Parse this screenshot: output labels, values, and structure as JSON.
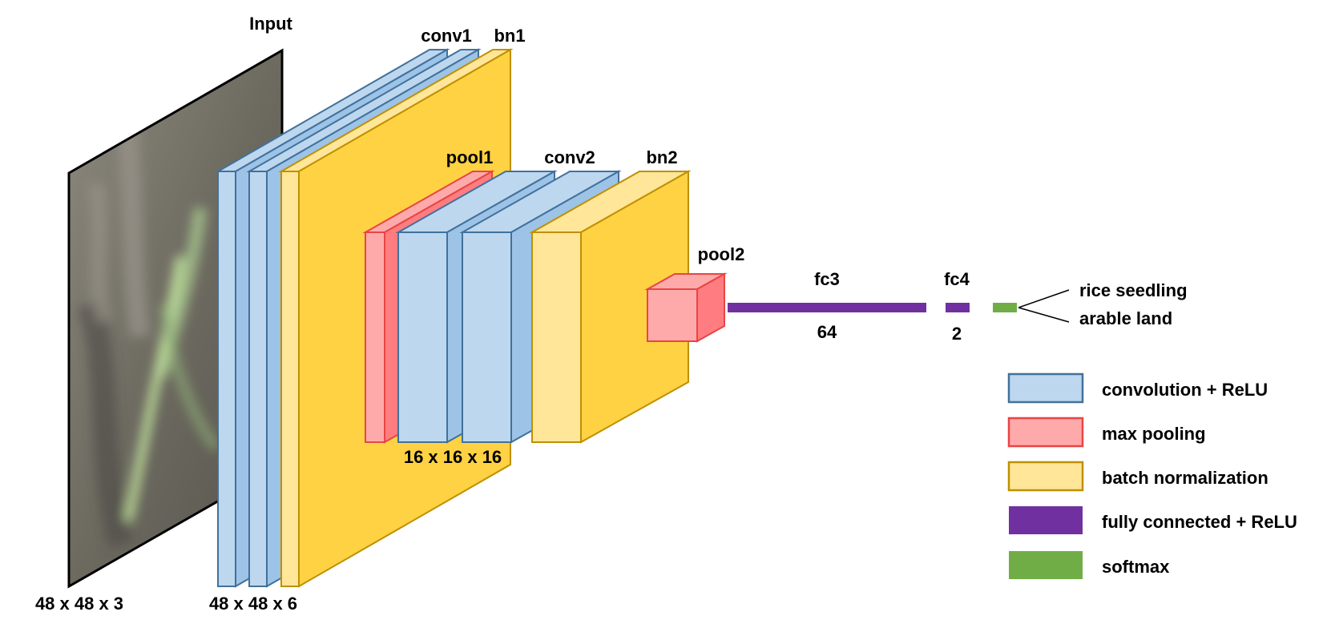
{
  "labels": {
    "input": "Input",
    "conv1": "conv1",
    "bn1": "bn1",
    "pool1": "pool1",
    "conv2": "conv2",
    "bn2": "bn2",
    "pool2": "pool2",
    "fc3": "fc3",
    "fc4": "fc4"
  },
  "dims": {
    "input": "48 x 48 x 3",
    "block1": "48 x 48 x 6",
    "block2": "16 x 16 x 16",
    "fc3": "64",
    "fc4": "2"
  },
  "outputs": [
    "rice seedling",
    "arable land"
  ],
  "legend": [
    {
      "label": "convolution + ReLU",
      "fill": "#BDD7EE",
      "stroke": "#41719C"
    },
    {
      "label": "max pooling",
      "fill": "#FFAAAA",
      "stroke": "#E84545"
    },
    {
      "label": "batch normalization",
      "fill": "#FFE699",
      "stroke": "#BF9000"
    },
    {
      "label": "fully connected + ReLU",
      "fill": "#7030A0",
      "stroke": "#7030A0"
    },
    {
      "label": "softmax",
      "fill": "#70AD47",
      "stroke": "#70AD47"
    }
  ],
  "colors": {
    "conv_front": "#BDD7EE",
    "conv_side": "#9DC3E6",
    "conv_stroke": "#41719C",
    "pool_front": "#FFAAAA",
    "pool_side": "#FF7C80",
    "pool_stroke": "#E84545",
    "bn_front": "#FFE699",
    "bn_side": "#FFD243",
    "bn_stroke": "#BF9000",
    "fc": "#7030A0",
    "softmax": "#70AD47"
  }
}
